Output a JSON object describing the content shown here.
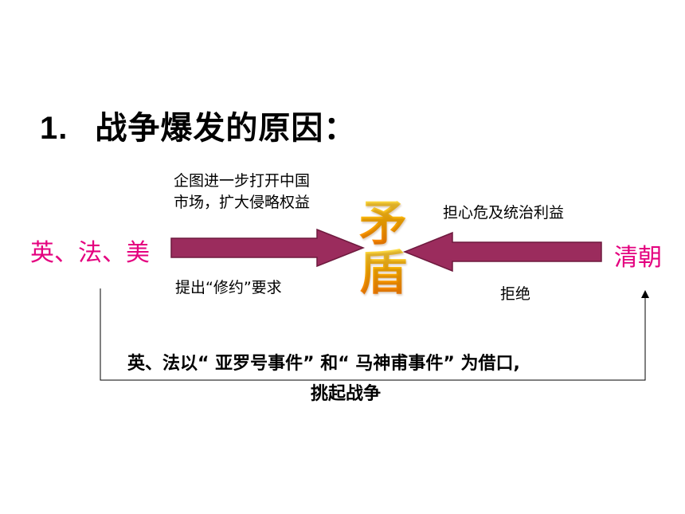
{
  "title": {
    "number": "1.",
    "text": "战争爆发的原因："
  },
  "left_party": "英、法、美",
  "right_party": "清朝",
  "left_reason": [
    "企图进一步打开中国",
    "市场，扩大侵略权益"
  ],
  "right_reason": "担心危及统治利益",
  "left_demand": "提出“修约”要求",
  "right_response": "拒绝",
  "conflict": [
    "矛",
    "盾"
  ],
  "bottom_text": [
    "英、法以“ 亚罗号事件” 和“ 马神甫事件” 为借口,",
    "挑起战争"
  ],
  "colors": {
    "arrow": "#9b2c5d",
    "party": "#e4007f",
    "conflict": "#ffb300"
  }
}
